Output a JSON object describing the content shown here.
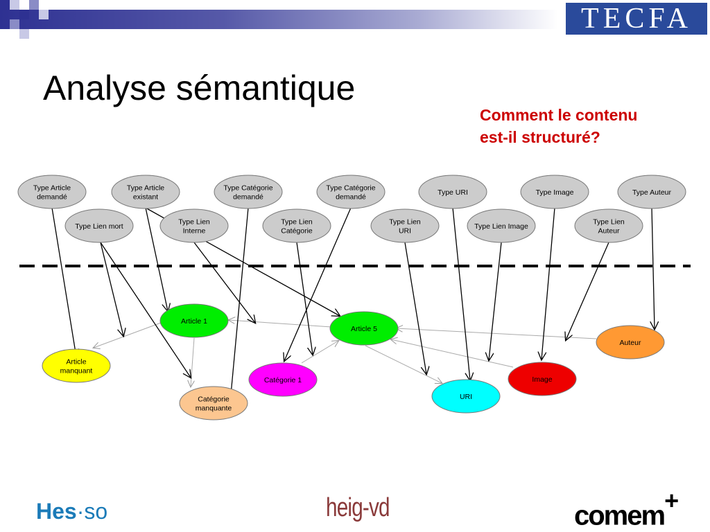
{
  "slide": {
    "title": "Analyse sémantique",
    "subtitle_lines": [
      "Comment le contenu",
      "est-il structuré?"
    ]
  },
  "header": {
    "logo_text": "TECFA",
    "accent_color": "#2e3192"
  },
  "footer": {
    "hes_bold": "Hes",
    "hes_dot": "·",
    "hes_rest": "so",
    "heig": "heig-vd",
    "comem": "comem",
    "comem_plus": "+"
  },
  "diagram": {
    "type_nodes": [
      {
        "id": "type-article-demande",
        "lines": [
          "Type Article",
          "demandé"
        ]
      },
      {
        "id": "type-article-existant",
        "lines": [
          "Type Article",
          "existant"
        ]
      },
      {
        "id": "type-categorie-demande-1",
        "lines": [
          "Type Catégorie",
          "demandé"
        ]
      },
      {
        "id": "type-categorie-demande-2",
        "lines": [
          "Type Catégorie",
          "demandé"
        ]
      },
      {
        "id": "type-uri",
        "lines": [
          "Type URI"
        ]
      },
      {
        "id": "type-image",
        "lines": [
          "Type Image"
        ]
      },
      {
        "id": "type-auteur",
        "lines": [
          "Type Auteur"
        ]
      },
      {
        "id": "type-lien-mort",
        "lines": [
          "Type Lien mort"
        ]
      },
      {
        "id": "type-lien-interne",
        "lines": [
          "Type Lien",
          "Interne"
        ]
      },
      {
        "id": "type-lien-categorie",
        "lines": [
          "Type Lien",
          "Catégorie"
        ]
      },
      {
        "id": "type-lien-uri",
        "lines": [
          "Type Lien",
          "URI"
        ]
      },
      {
        "id": "type-lien-image",
        "lines": [
          "Type Lien Image"
        ]
      },
      {
        "id": "type-lien-auteur",
        "lines": [
          "Type Lien",
          "Auteur"
        ]
      }
    ],
    "instance_nodes": [
      {
        "id": "article-1",
        "lines": [
          "Article 1"
        ],
        "color": "#00ee00"
      },
      {
        "id": "article-5",
        "lines": [
          "Article 5"
        ],
        "color": "#00ee00"
      },
      {
        "id": "article-manquant",
        "lines": [
          "Article",
          "manquant"
        ],
        "color": "#ffff00"
      },
      {
        "id": "categorie-1",
        "lines": [
          "Catégorie 1"
        ],
        "color": "#ff00ff"
      },
      {
        "id": "categorie-manquante",
        "lines": [
          "Catégorie",
          "manquante"
        ],
        "color": "#fcc690"
      },
      {
        "id": "uri",
        "lines": [
          "URI"
        ],
        "color": "#00ffff"
      },
      {
        "id": "image",
        "lines": [
          "Image"
        ],
        "color": "#ee0000"
      },
      {
        "id": "auteur",
        "lines": [
          "Auteur"
        ],
        "color": "#ff9933"
      }
    ],
    "type_node_color": "#cccccc",
    "divider_color": "#000000"
  }
}
